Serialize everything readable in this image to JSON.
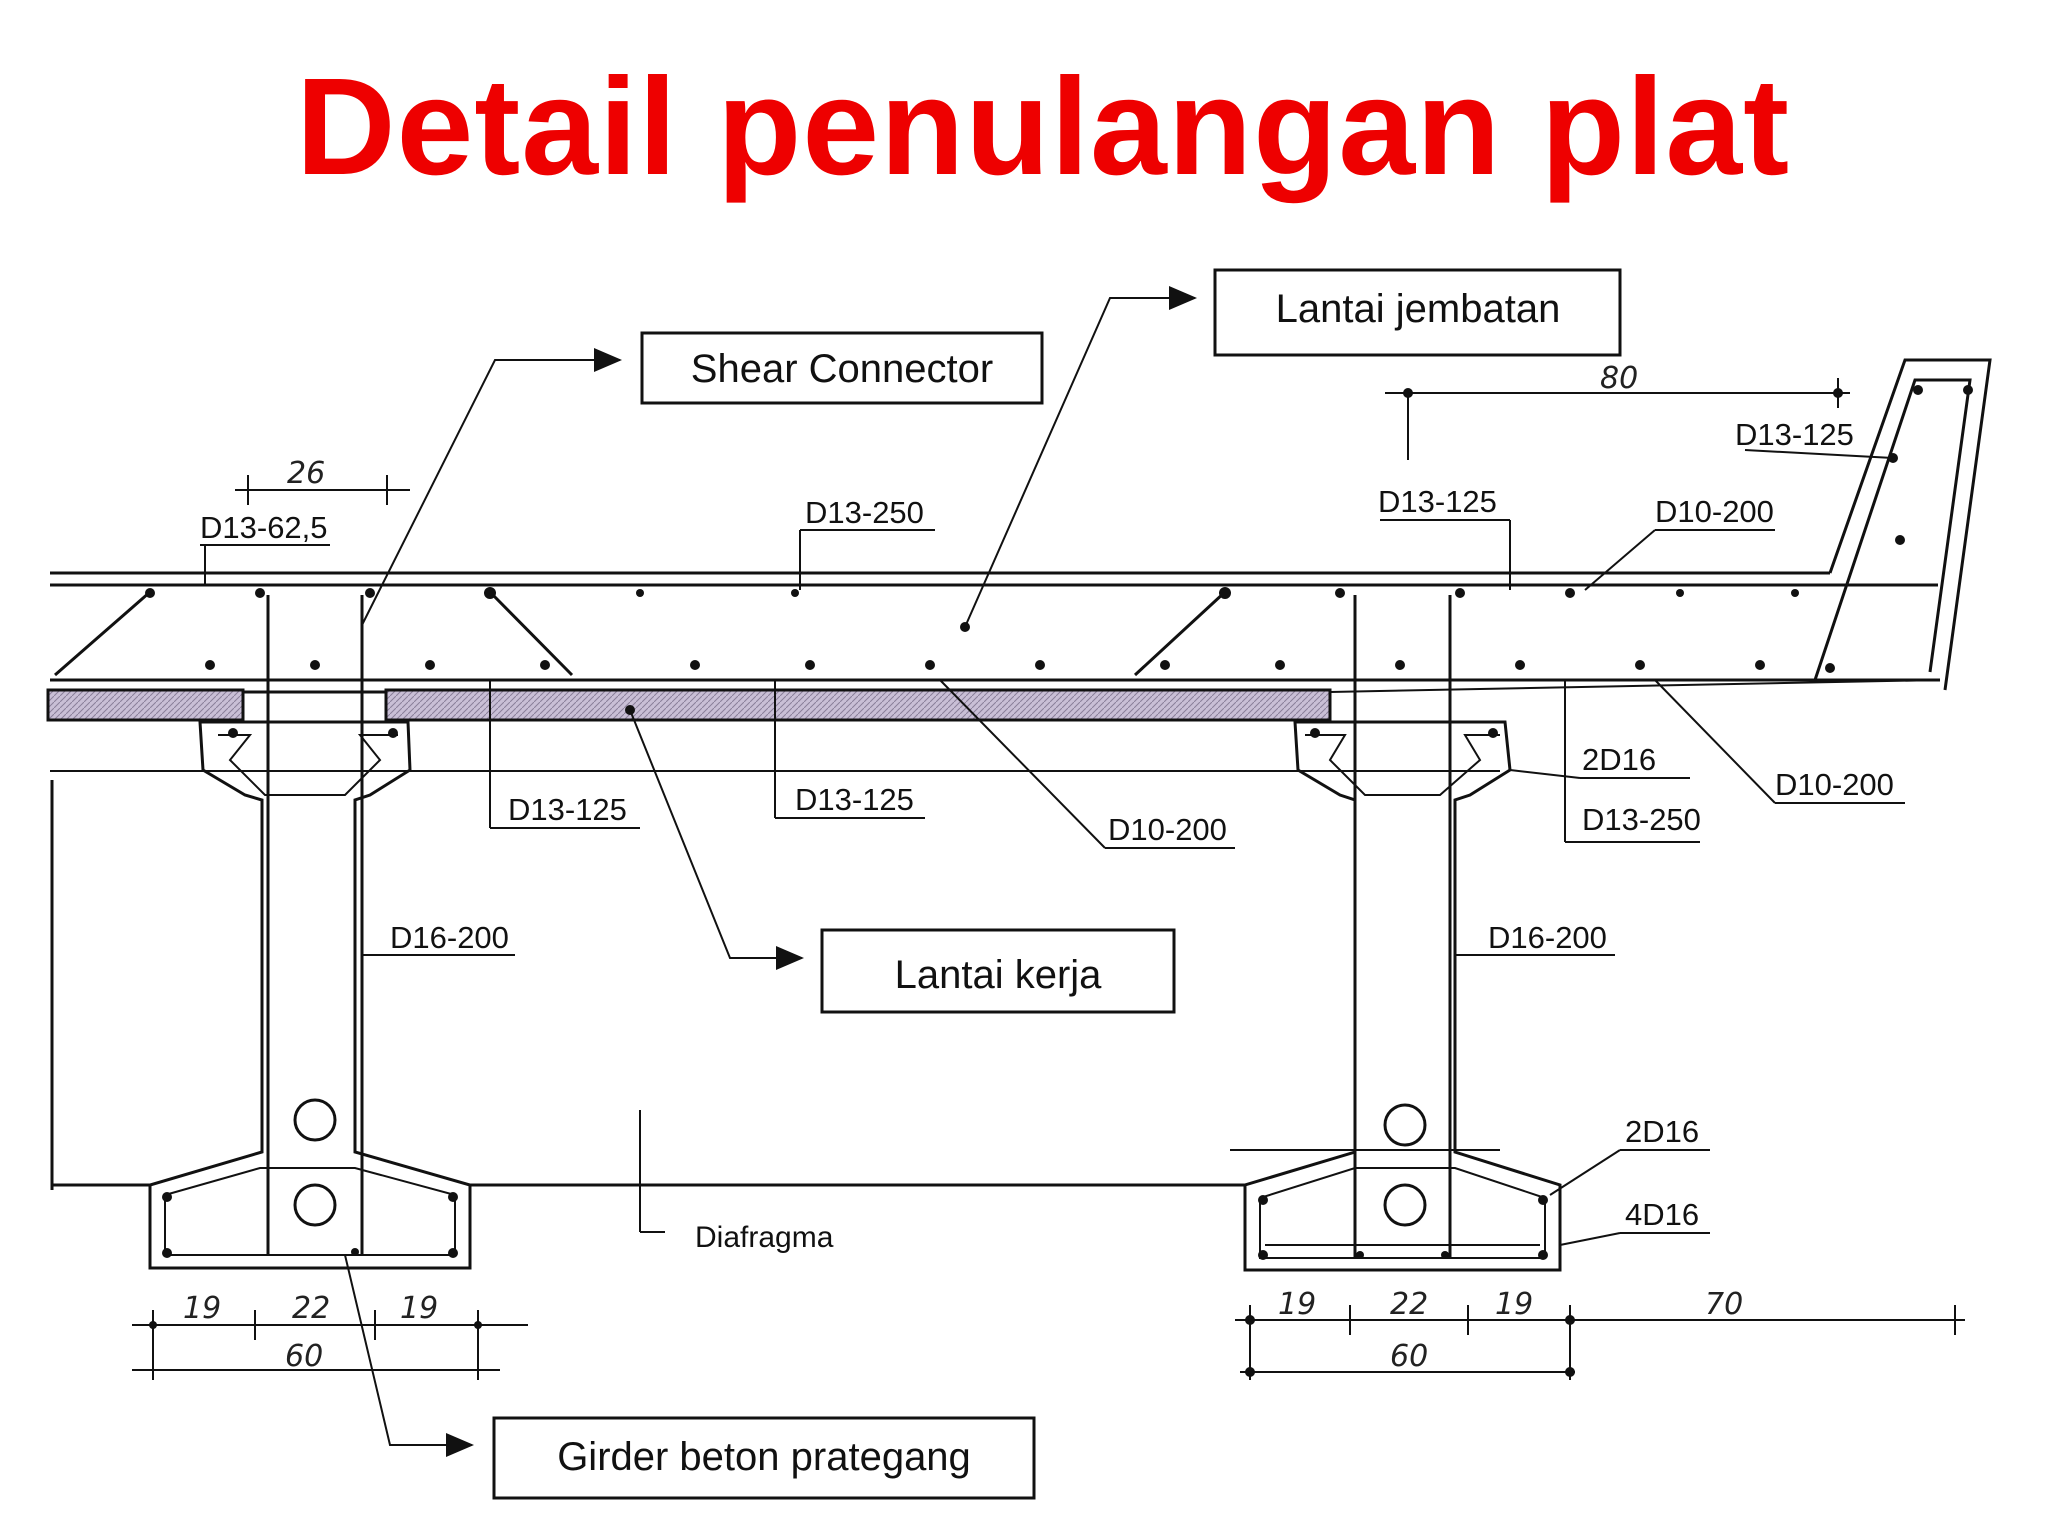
{
  "title": "Detail penulangan plat",
  "callouts": {
    "shear_connector": "Shear Connector",
    "lantai_jembatan": "Lantai jembatan",
    "lantai_kerja": "Lantai kerja",
    "girder": "Girder beton prategang",
    "diafragma": "Diafragma"
  },
  "rebar_labels": {
    "d13_62_5": "D13-62,5",
    "d13_250_top": "D13-250",
    "d13_125_top": "D13-125",
    "d10_200_top": "D10-200",
    "d13_125_parapet": "D13-125",
    "d13_125_bottom_a": "D13-125",
    "d13_125_bottom_b": "D13-125",
    "d10_200_mid": "D10-200",
    "d10_200_right": "D10-200",
    "two_d16_top": "2D16",
    "d13_250_right": "D13-250",
    "d16_200_left": "D16-200",
    "d16_200_right": "D16-200",
    "two_d16_bottom": "2D16",
    "four_d16": "4D16"
  },
  "dimensions": {
    "top_26": "26",
    "top_80": "80",
    "left_19a": "19",
    "left_22": "22",
    "left_19b": "19",
    "left_60": "60",
    "right_19a": "19",
    "right_22": "22",
    "right_19b": "19",
    "right_60": "60",
    "right_70": "70"
  }
}
